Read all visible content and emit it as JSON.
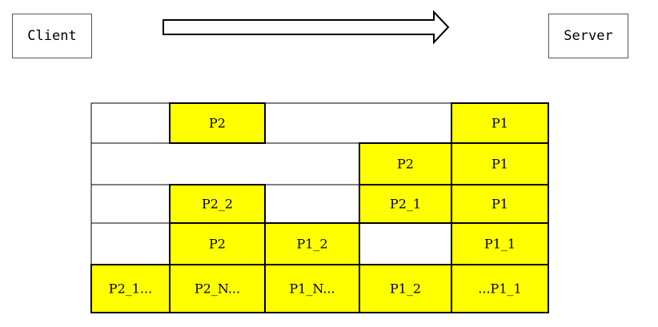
{
  "header": {
    "client_label": "Client",
    "server_label": "Server",
    "arrow_icon": "right-arrow-icon"
  },
  "colors": {
    "highlight": "#ffff00",
    "empty": "#ffffff",
    "border": "#000000"
  },
  "rows": [
    {
      "cells": [
        {
          "span": 1,
          "label": "",
          "filled": false
        },
        {
          "span": 1,
          "label": "P2",
          "filled": true
        },
        {
          "span": 2,
          "label": "",
          "filled": false
        },
        {
          "span": 1,
          "label": "P1",
          "filled": true
        }
      ]
    },
    {
      "cells": [
        {
          "span": 3,
          "label": "",
          "filled": false
        },
        {
          "span": 1,
          "label": "P2",
          "filled": true
        },
        {
          "span": 1,
          "label": "P1",
          "filled": true
        }
      ]
    },
    {
      "cells": [
        {
          "span": 1,
          "label": "",
          "filled": false
        },
        {
          "span": 1,
          "label": "P2_2",
          "filled": true
        },
        {
          "span": 1,
          "label": "",
          "filled": false
        },
        {
          "span": 1,
          "label": "P2_1",
          "filled": true
        },
        {
          "span": 1,
          "label": "P1",
          "filled": true
        }
      ]
    },
    {
      "cells": [
        {
          "span": 1,
          "label": "",
          "filled": false
        },
        {
          "span": 1,
          "label": "P2",
          "filled": true
        },
        {
          "span": 1,
          "label": "P1_2",
          "filled": true
        },
        {
          "span": 1,
          "label": "",
          "filled": false
        },
        {
          "span": 1,
          "label": "P1_1",
          "filled": true
        }
      ]
    },
    {
      "cells": [
        {
          "span": 1,
          "label": "P2_1...",
          "filled": true
        },
        {
          "span": 1,
          "label": "P2_N...",
          "filled": true
        },
        {
          "span": 1,
          "label": "P1_N...",
          "filled": true
        },
        {
          "span": 1,
          "label": "P1_2",
          "filled": true
        },
        {
          "span": 1,
          "label": "...P1_1",
          "filled": true
        }
      ]
    }
  ]
}
